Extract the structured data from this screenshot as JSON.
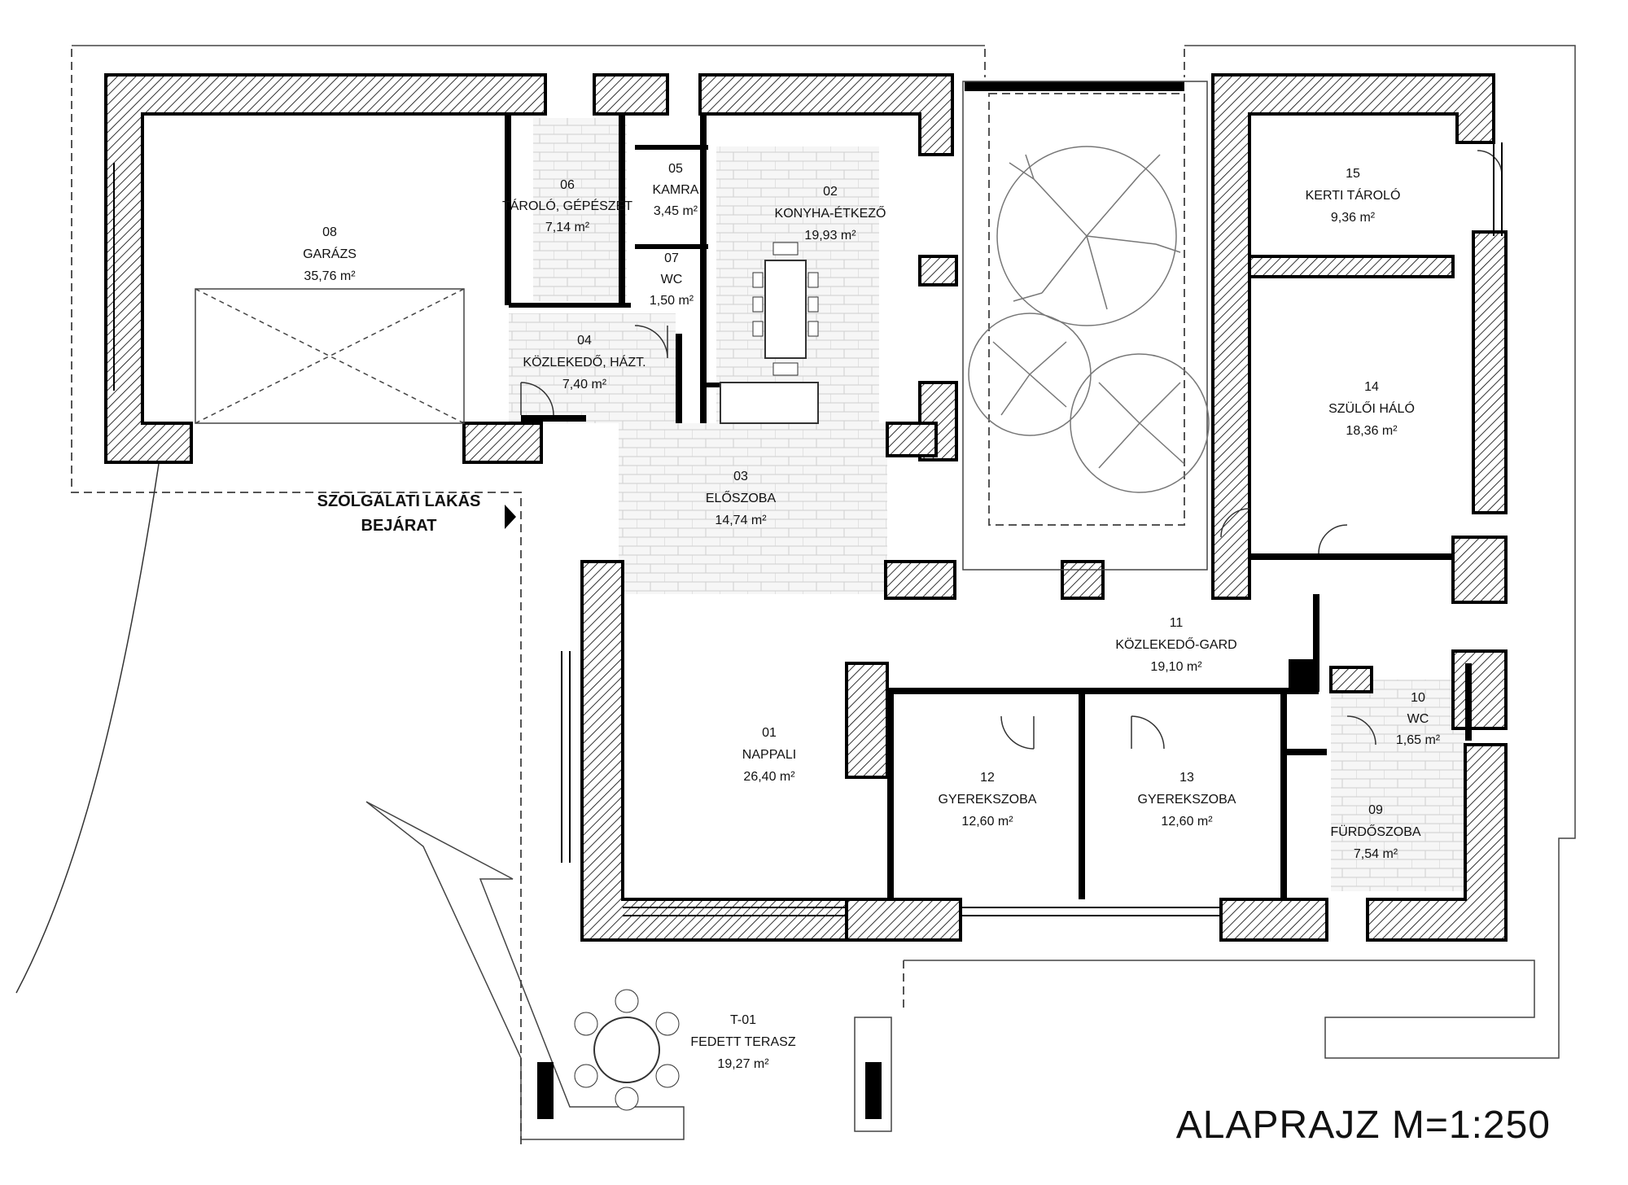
{
  "title": "ALAPRAJZ M=1:250",
  "entrance": {
    "line1": "SZOLGÁLATI LAKÁS",
    "line2": "BEJÁRAT"
  },
  "rooms": {
    "r01": {
      "num": "01",
      "name": "NAPPALI",
      "area": "26,40 m²"
    },
    "r02": {
      "num": "02",
      "name": "KONYHA-ÉTKEZŐ",
      "area": "19,93 m²"
    },
    "r03": {
      "num": "03",
      "name": "ELŐSZOBA",
      "area": "14,74 m²"
    },
    "r04": {
      "num": "04",
      "name": "KÖZLEKEDŐ, HÁZT.",
      "area": "7,40 m²"
    },
    "r05": {
      "num": "05",
      "name": "KAMRA",
      "area": "3,45 m²"
    },
    "r06": {
      "num": "06",
      "name": "TÁROLÓ, GÉPÉSZET",
      "area": "7,14 m²"
    },
    "r07": {
      "num": "07",
      "name": "WC",
      "area": "1,50 m²"
    },
    "r08": {
      "num": "08",
      "name": "GARÁZS",
      "area": "35,76 m²"
    },
    "r09": {
      "num": "09",
      "name": "FÜRDŐSZOBA",
      "area": "7,54 m²"
    },
    "r10": {
      "num": "10",
      "name": "WC",
      "area": "1,65 m²"
    },
    "r11": {
      "num": "11",
      "name": "KÖZLEKEDŐ-GARD",
      "area": "19,10 m²"
    },
    "r12": {
      "num": "12",
      "name": "GYEREKSZOBA",
      "area": "12,60 m²"
    },
    "r13": {
      "num": "13",
      "name": "GYEREKSZOBA",
      "area": "12,60 m²"
    },
    "r14": {
      "num": "14",
      "name": "SZÜLŐI HÁLÓ",
      "area": "18,36 m²"
    },
    "r15": {
      "num": "15",
      "name": "KERTI TÁROLÓ",
      "area": "9,36 m²"
    },
    "t01": {
      "num": "T-01",
      "name": "FEDETT TERASZ",
      "area": "19,27 m²"
    }
  }
}
